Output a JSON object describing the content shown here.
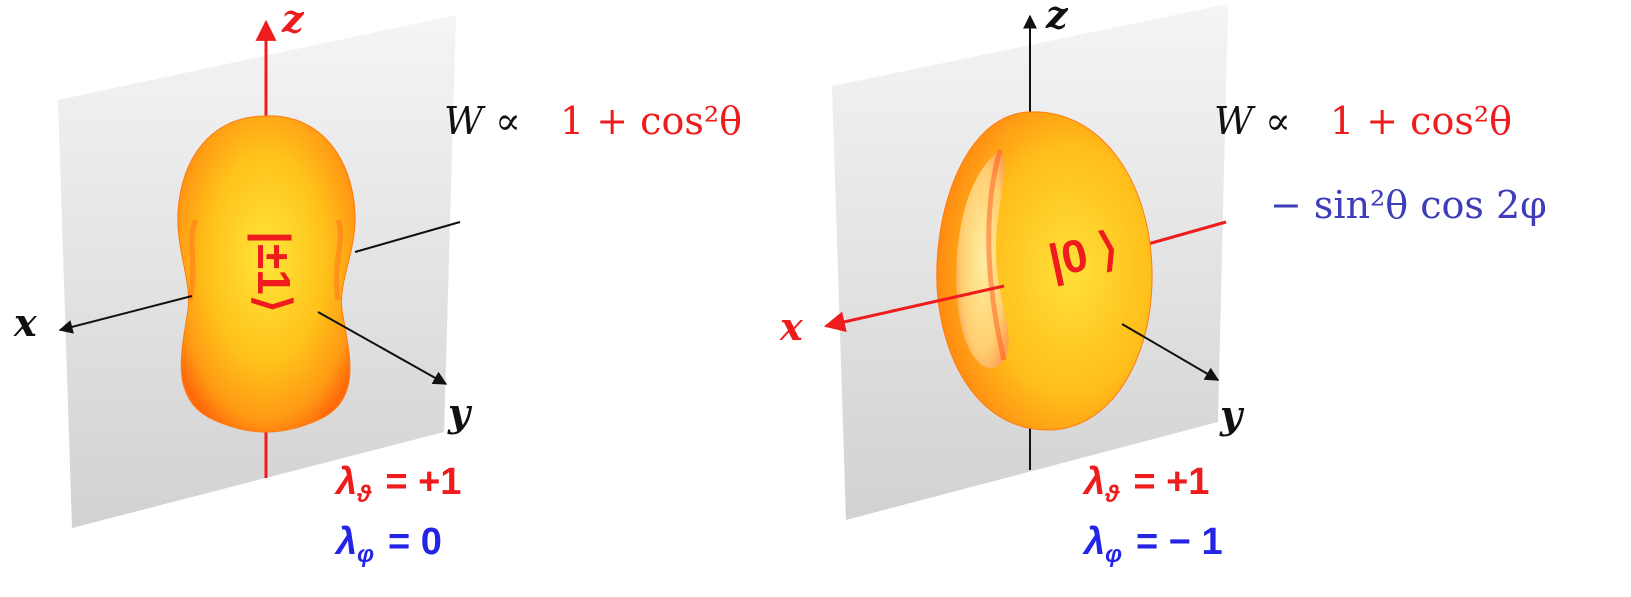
{
  "panels": [
    {
      "state_label": "|±1⟩",
      "axes": {
        "x": "x",
        "y": "y",
        "z": "z"
      },
      "formula": {
        "prefix": "W ∝",
        "line1": "1 + cos²θ",
        "line2": ""
      },
      "lambda_theta": {
        "symbol": "λ",
        "sub": "ϑ",
        "value": "= +1"
      },
      "lambda_phi": {
        "symbol": "λ",
        "sub": "φ",
        "value": "= 0"
      },
      "highlighted_axis": "z"
    },
    {
      "state_label": "|0 ⟩",
      "axes": {
        "x": "x",
        "y": "y",
        "z": "z"
      },
      "formula": {
        "prefix": "W ∝",
        "line1": "1 + cos²θ",
        "line2": "− sin²θ cos 2φ"
      },
      "lambda_theta": {
        "symbol": "λ",
        "sub": "ϑ",
        "value": "= +1"
      },
      "lambda_phi": {
        "symbol": "λ",
        "sub": "φ",
        "value": "= − 1"
      },
      "highlighted_axis": "x"
    }
  ],
  "colors": {
    "red": "#ee1c1c",
    "blue": "#2424e6",
    "formula_blue": "#3d3dba",
    "black": "#111111",
    "shape_yellow": "#ffd21a",
    "shape_orange": "#ff8a10",
    "plane_gray": "#d8d8d8"
  }
}
